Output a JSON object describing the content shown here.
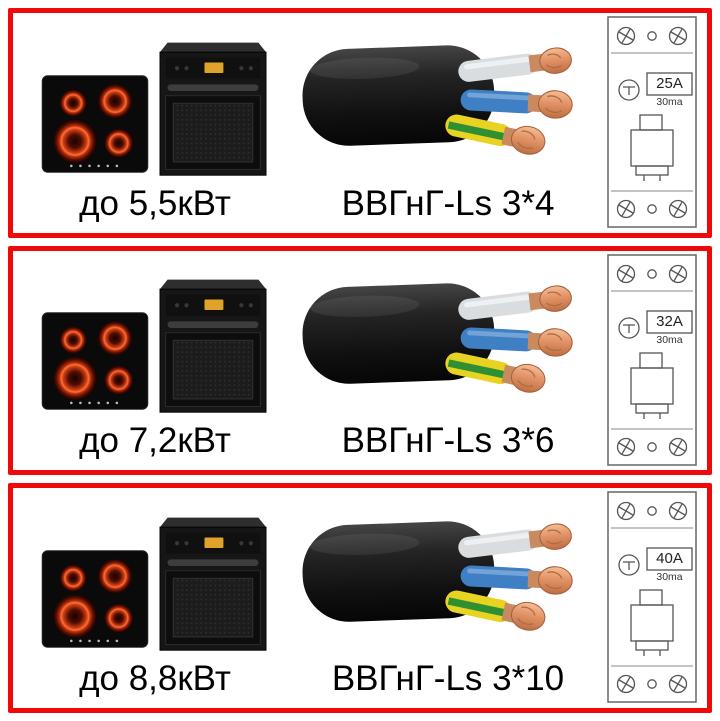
{
  "rows": [
    {
      "power": "до 5,5кВт",
      "cable": "ВВГнГ-Ls 3*4",
      "breaker": {
        "amps": "25A",
        "leakage": "30ma"
      }
    },
    {
      "power": "до 7,2кВт",
      "cable": "ВВГнГ-Ls 3*6",
      "breaker": {
        "amps": "32A",
        "leakage": "30ma"
      }
    },
    {
      "power": "до 8,8кВт",
      "cable": "ВВГнГ-Ls 3*10",
      "breaker": {
        "amps": "40A",
        "leakage": "30ma"
      }
    }
  ],
  "colors": {
    "frame_red": "#f10808",
    "burner_glow": "#ef5a24",
    "oven_display_yellow": "#dfa32b",
    "wire_white": "#d9dde0",
    "wire_blue": "#3f80c4",
    "wire_yellow": "#e8d322",
    "wire_green": "#2f9033",
    "copper": "#e29368",
    "breaker_line": "#555555"
  },
  "images": {
    "cooktop": "cooktop-glowing-burners",
    "oven": "built-in-oven",
    "cable": "three-core-power-cable",
    "breaker": "circuit-breaker-line-drawing"
  }
}
